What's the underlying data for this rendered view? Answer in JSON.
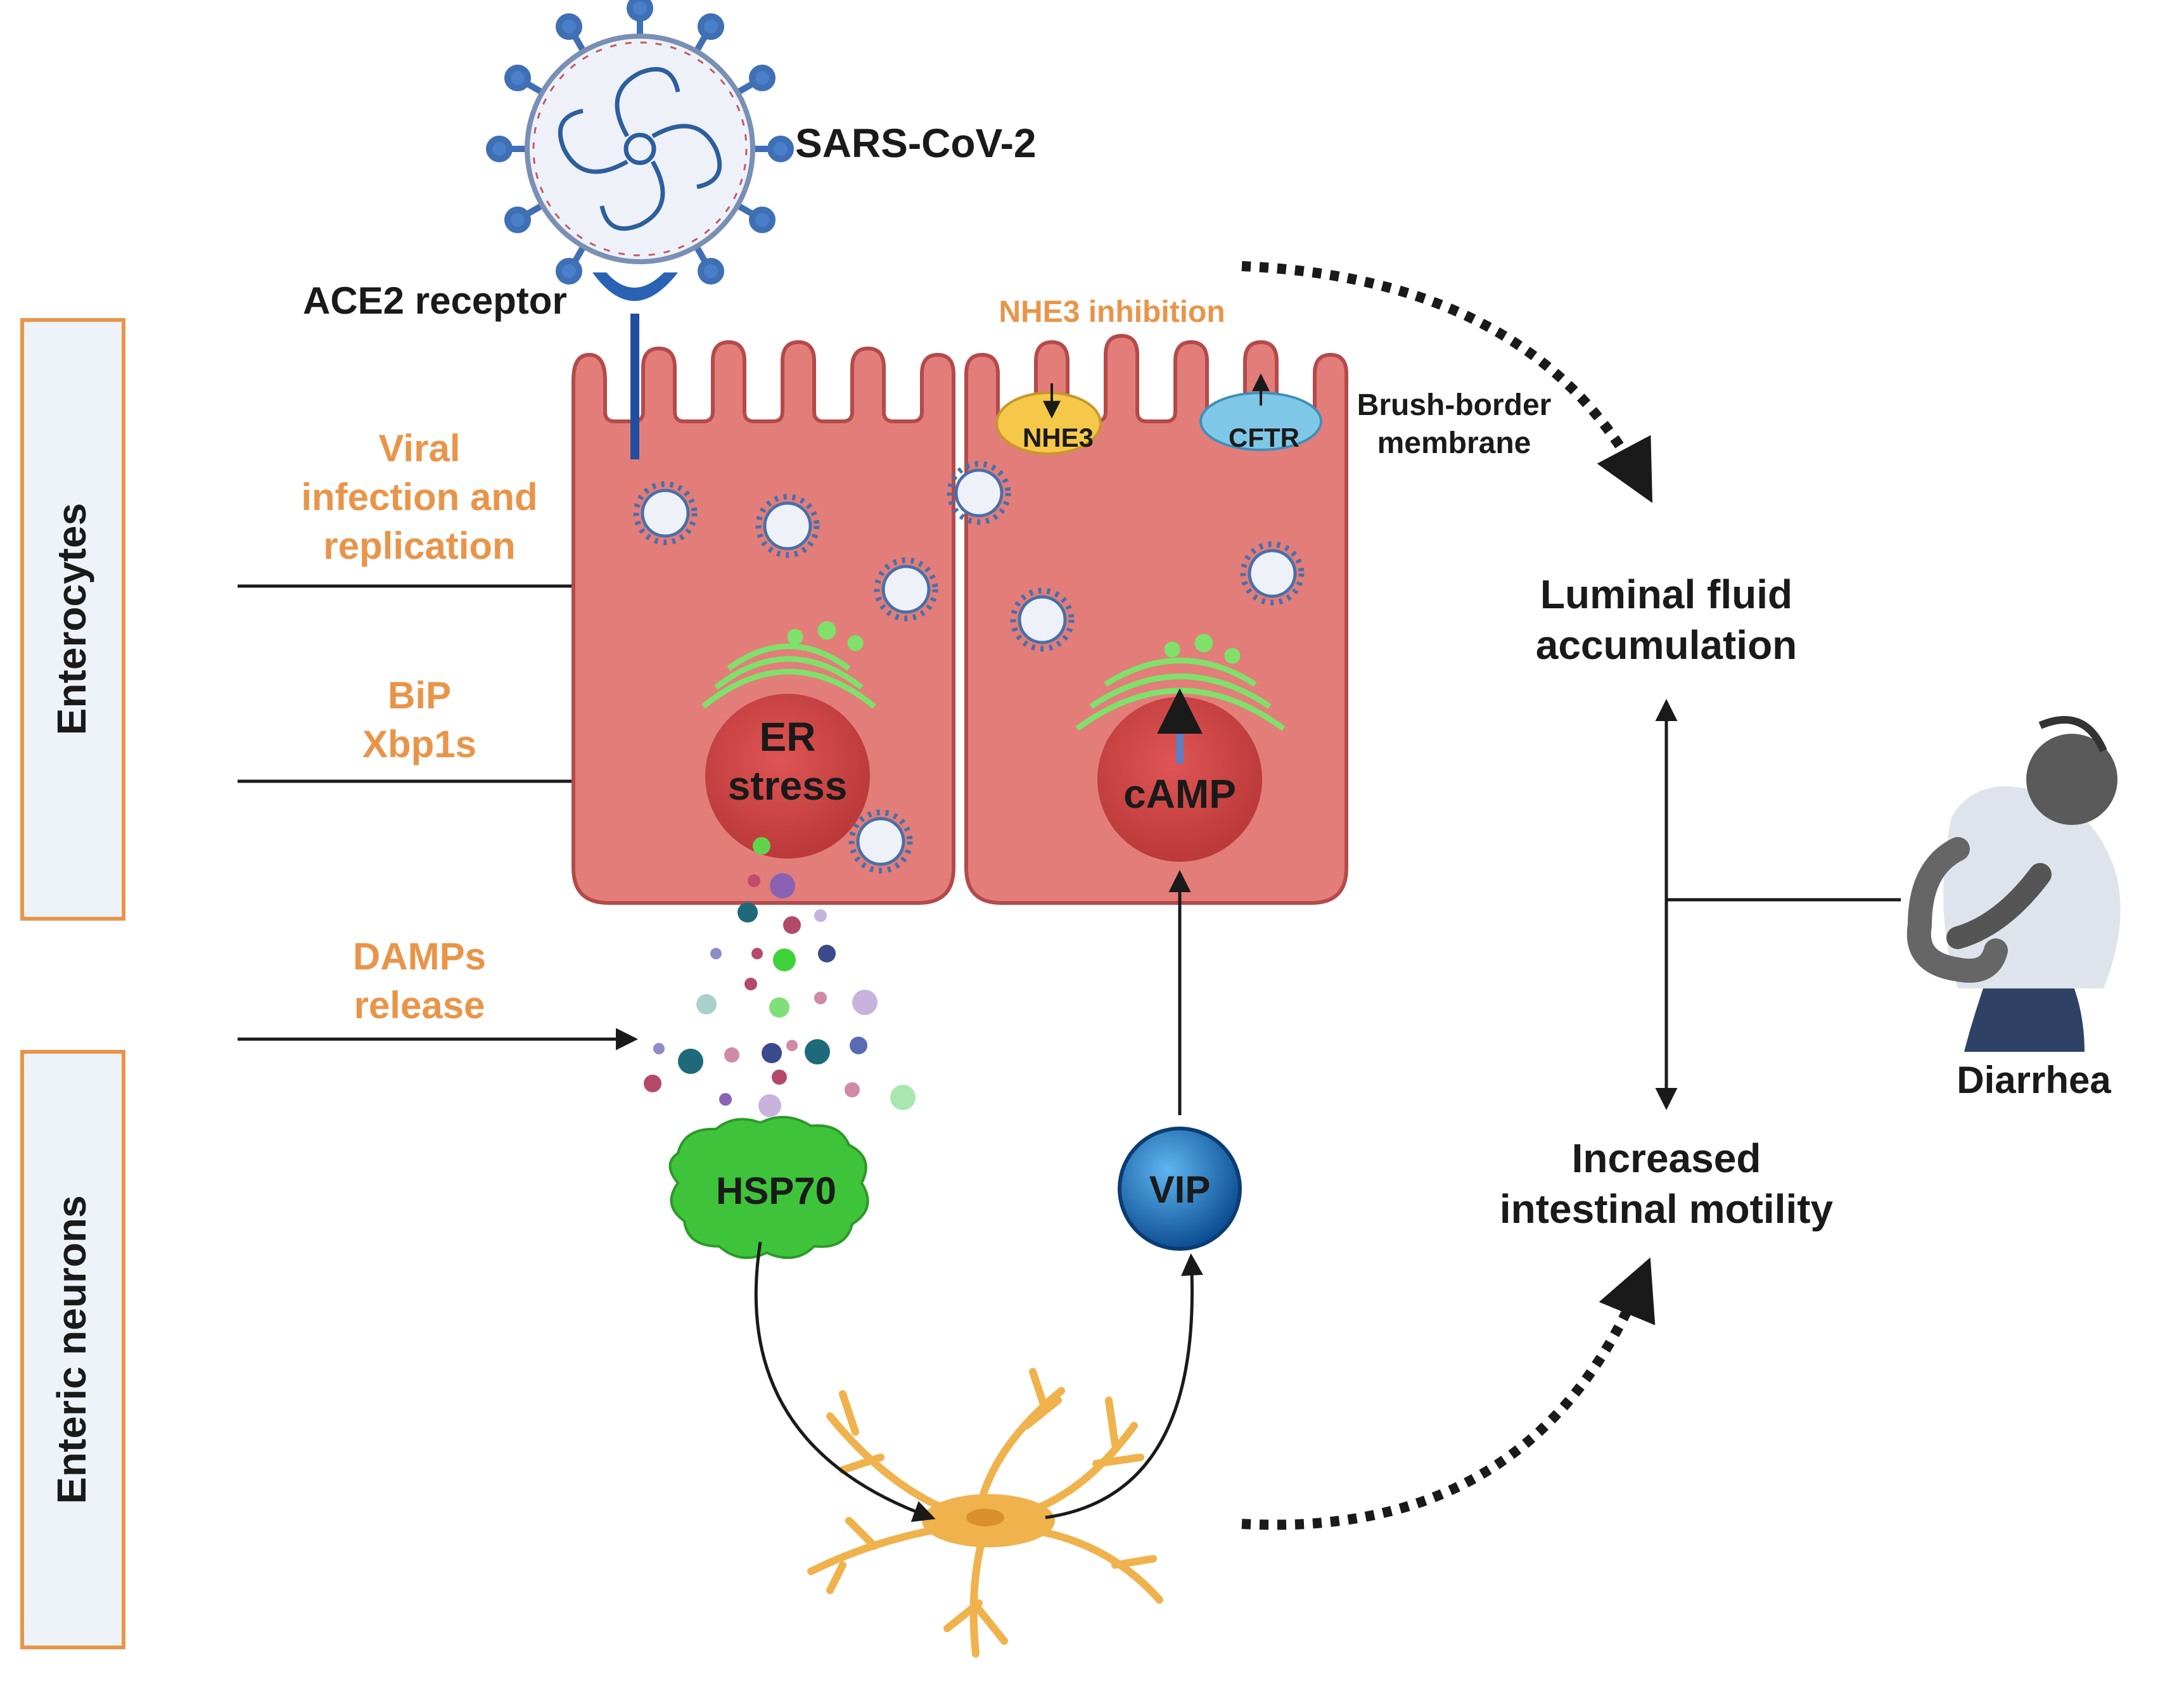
{
  "virus": {
    "label": "SARS-CoV-2"
  },
  "receptor": {
    "label": "ACE2 receptor"
  },
  "panels": {
    "top": {
      "label": "Enterocytes"
    },
    "bottom": {
      "label": "Enteric neurons"
    }
  },
  "steps": {
    "viral": [
      "Viral",
      "infection and",
      "replication"
    ],
    "bip": [
      "BiP",
      "Xbp1s"
    ],
    "damps": [
      "DAMPs",
      "release"
    ]
  },
  "cells": {
    "er_stress": [
      "ER",
      "stress"
    ],
    "camp": "cAMP",
    "nhe3": "NHE3",
    "nhe3_inhibition": "NHE3 inhibition",
    "cftr": "CFTR",
    "brush_border": [
      "Brush-border",
      "membrane"
    ]
  },
  "mediators": {
    "hsp70": "HSP70",
    "vip": "VIP"
  },
  "outcomes": {
    "luminal": [
      "Luminal fluid",
      "accumulation"
    ],
    "motility": [
      "Increased",
      "intestinal motility"
    ],
    "diarrhea": "Diarrhea"
  },
  "colors": {
    "orange": "#e8954a",
    "cell_fill": "#e27d7a",
    "cell_stroke": "#b44a4a",
    "nucleus": "#d44b4b",
    "er_green": "#7fe06a",
    "hsp_green": "#3fc33a",
    "vip_blue": "#1b78c8",
    "neuron": "#f0b24c",
    "text": "#1a1a1a",
    "receptor_blue": "#1f4f9e"
  }
}
